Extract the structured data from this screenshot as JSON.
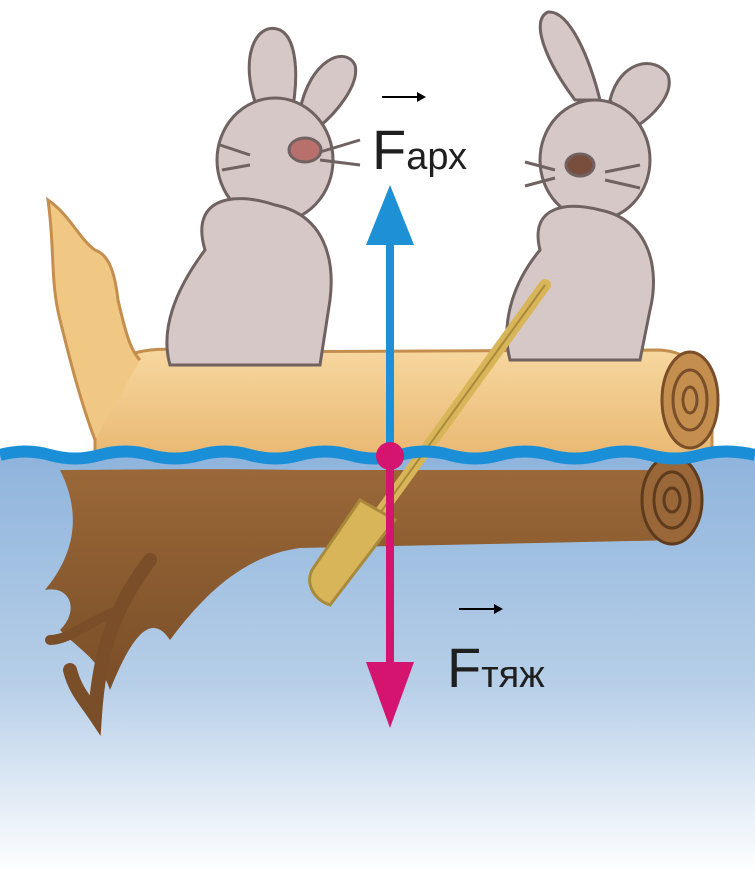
{
  "forces": {
    "buoyant": {
      "symbol": "F",
      "subscript": "арх",
      "color": "#1e90d6",
      "direction": "up"
    },
    "gravity": {
      "symbol": "F",
      "subscript": "тяж",
      "color": "#d4146f",
      "direction": "down"
    }
  },
  "colors": {
    "water_surface": "#1a8fd8",
    "water_top": "#8fb4dc",
    "water_bottom": "#ffffff",
    "log_light": "#f4c98a",
    "log_dark": "#b9854f",
    "bark_underwater": "#8a5a30",
    "rabbit_fur": "#d5c8c6",
    "oar": "#d9b55a"
  }
}
